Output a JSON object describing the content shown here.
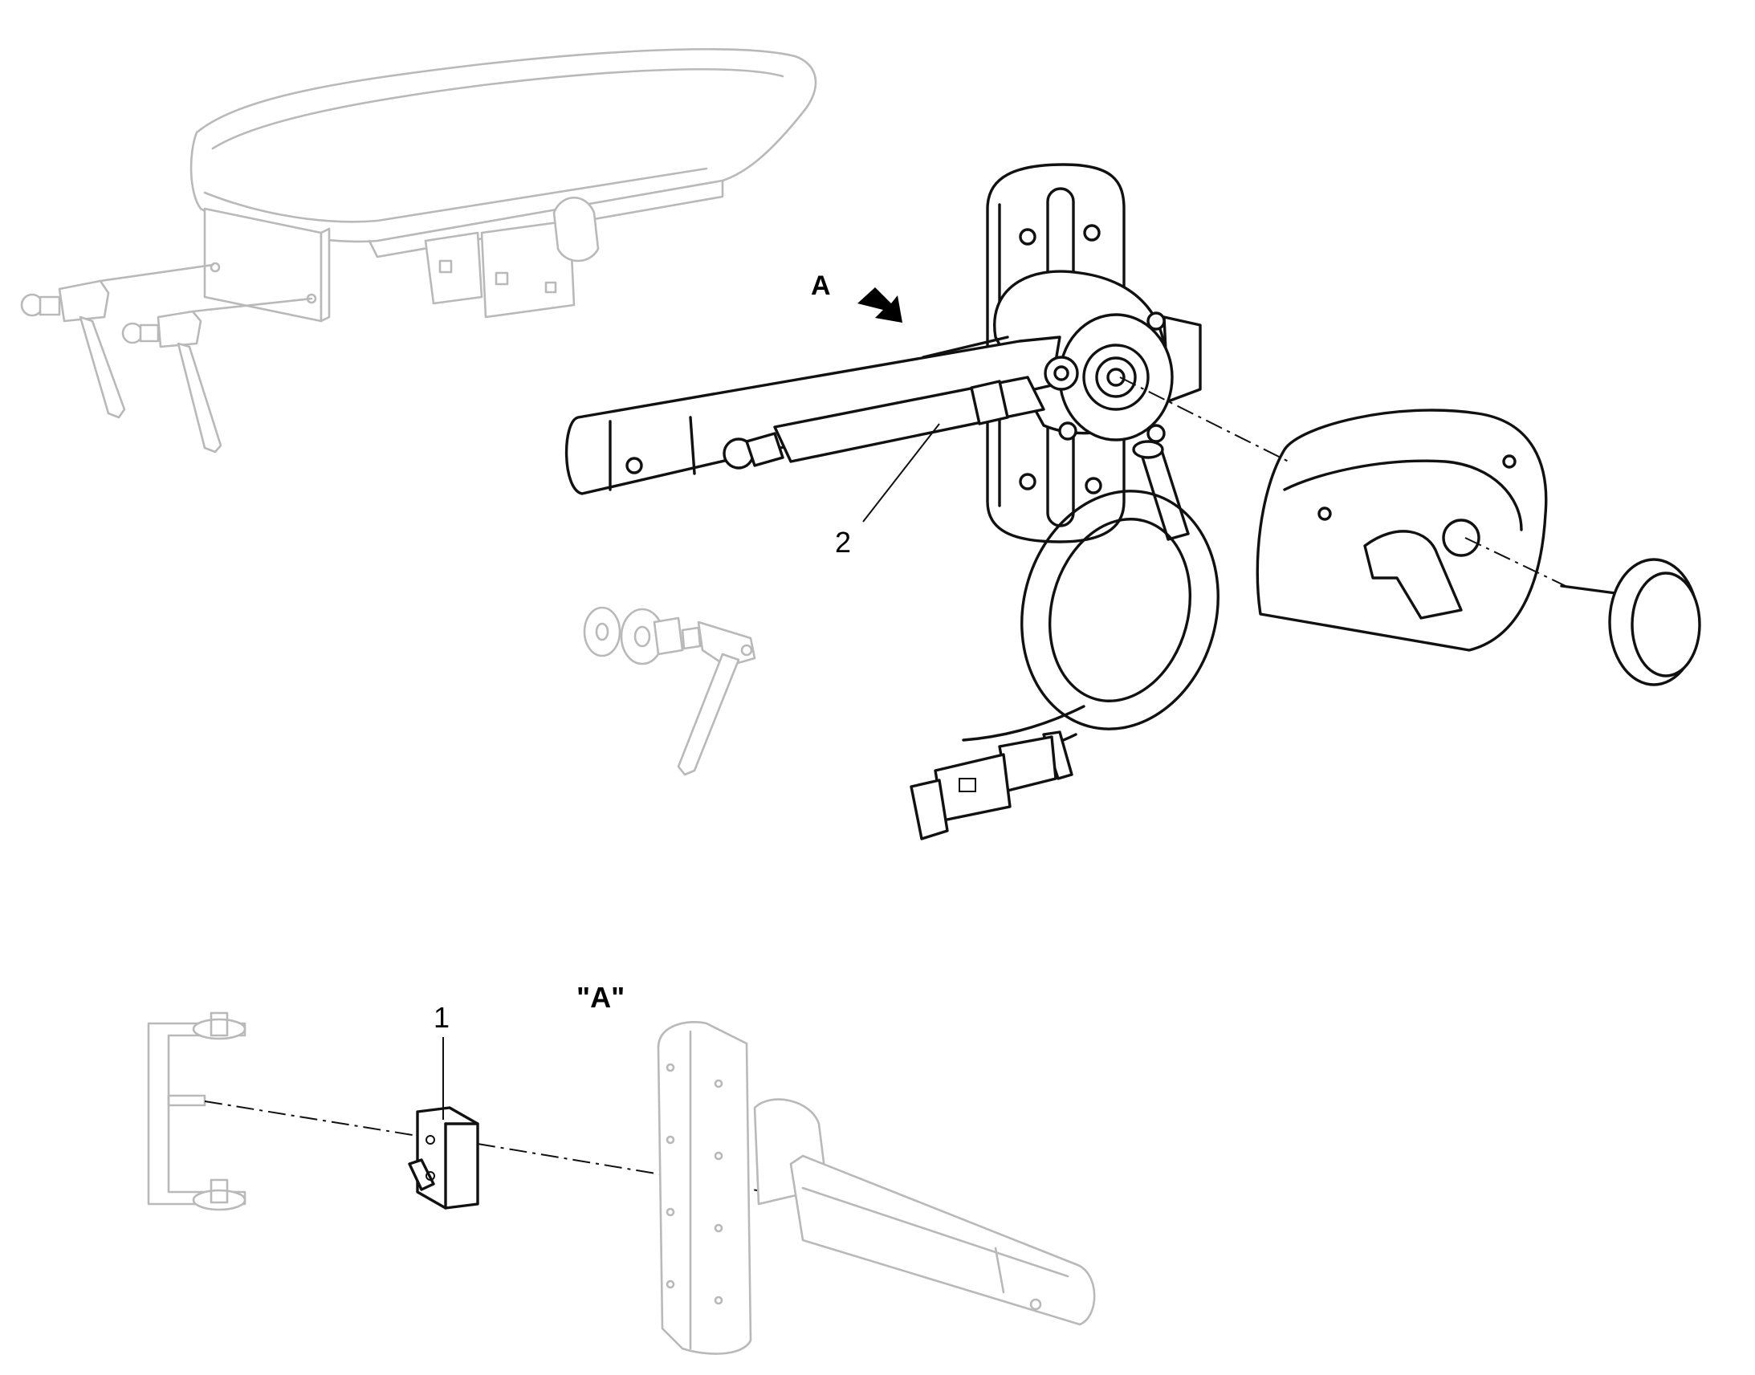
{
  "callouts": {
    "view_arrow_label": "A",
    "item_2": "2",
    "item_1": "1",
    "detail_view_label": "\"A\""
  },
  "colors": {
    "line_dark": "#111111",
    "line_faint": "#b9b9b9",
    "background": "#ffffff"
  }
}
